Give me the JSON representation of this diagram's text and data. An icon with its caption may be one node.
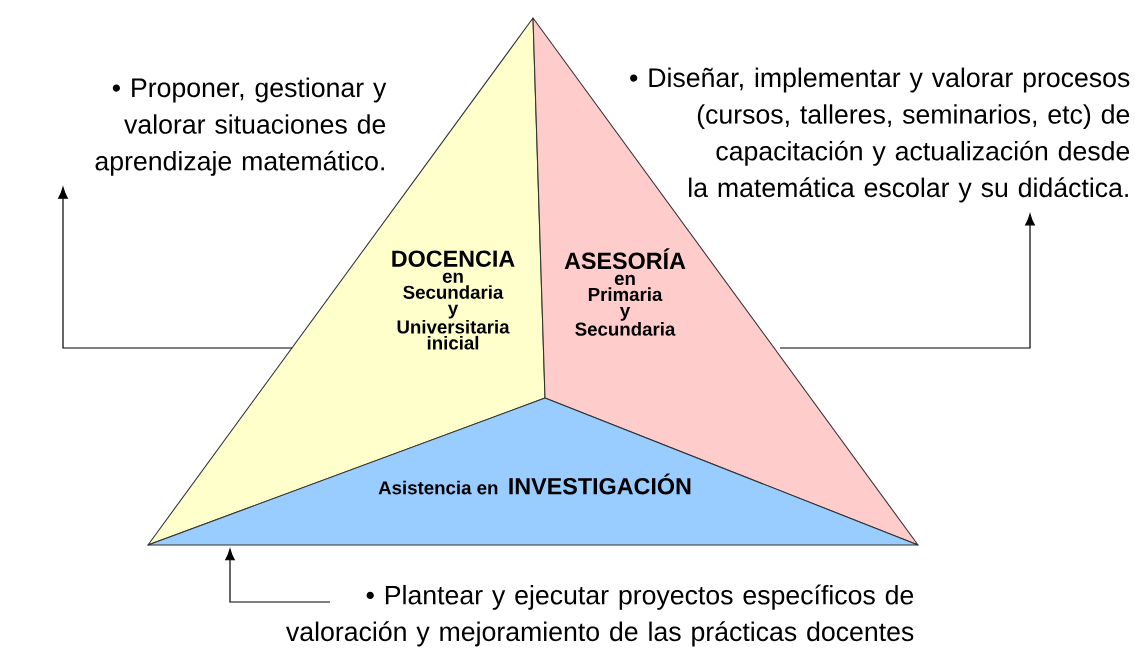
{
  "diagram": {
    "nodes": [
      {
        "text": [
          "DOCENCIA",
          "en Secundaria y Universitaria inicial"
        ]
      },
      {
        "text": [
          "ASESORÍA",
          "en Primaria y Secundaria"
        ]
      },
      {
        "text": [
          "Asistencia en",
          "INVESTIGACIÓN"
        ]
      },
      {
        "text": [
          "• Proponer, gestionar y valorar situaciones de aprendizaje matemático."
        ]
      },
      {
        "text": [
          "• Diseñar, implementar y valorar procesos (cursos, talleres, seminarios, etc) de capacitación y actualización desde la matemática escolar y su didáctica."
        ]
      },
      {
        "text": [
          "• Plantear y ejecutar proyectos específicos de valoración y mejoramiento de las prácticas docentes"
        ]
      }
    ],
    "edges": [
      {
        "from": 0,
        "to": 3,
        "arrow": "to"
      },
      {
        "from": 1,
        "to": 4,
        "arrow": "to"
      },
      {
        "from": 5,
        "to": 2,
        "arrow": "to"
      }
    ]
  }
}
